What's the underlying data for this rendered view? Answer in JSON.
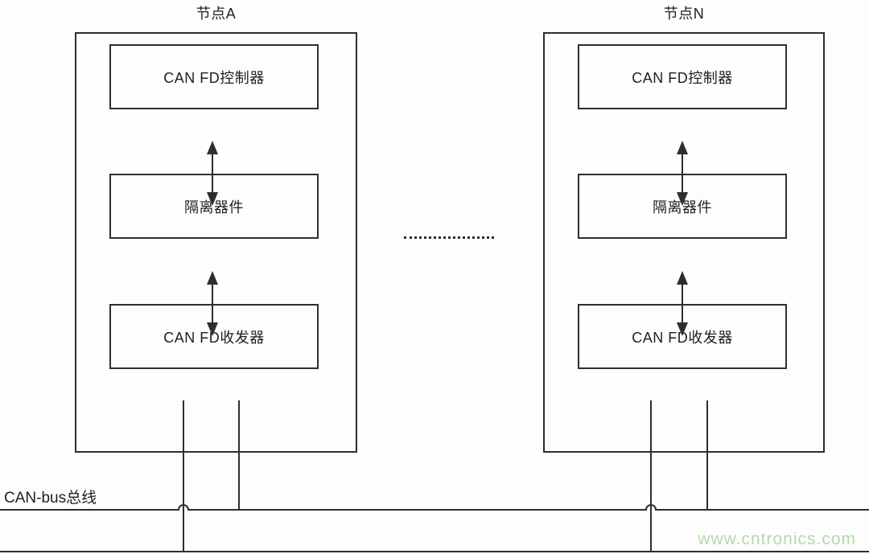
{
  "page": {
    "background": "#fdfdfd"
  },
  "colors": {
    "line": "#2e2e2e",
    "text": "#1f1f1f",
    "watermark": "#b5d9ad"
  },
  "nodes": [
    {
      "title": "节点A",
      "blocks": [
        "CAN FD控制器",
        "隔离器件",
        "CAN FD收发器"
      ]
    },
    {
      "title": "节点N",
      "blocks": [
        "CAN FD控制器",
        "隔离器件",
        "CAN FD收发器"
      ]
    }
  ],
  "bus": {
    "label": "CAN-bus总线"
  },
  "watermark": {
    "text": "www.cntronics.com"
  }
}
